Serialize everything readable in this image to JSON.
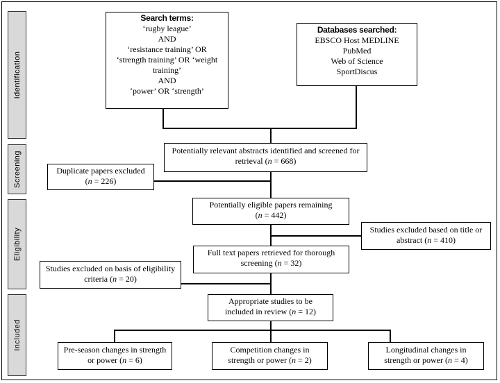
{
  "stages": {
    "identification": "Identification",
    "screening": "Screening",
    "eligibility": "Eligibility",
    "included": "Included"
  },
  "search_terms": {
    "heading": "Search terms:",
    "lines": [
      "‘rugby league’",
      "AND",
      "‘resistance training’ OR",
      "‘strength training’ OR ‘weight",
      "training’",
      "AND",
      "‘power’ OR ‘strength’"
    ]
  },
  "databases": {
    "heading": "Databases searched:",
    "lines": [
      "EBSCO Host MEDLINE",
      "PubMed",
      "Web of Science",
      "SportDiscus"
    ]
  },
  "screened": {
    "line1": "Potentially relevant abstracts identified and screened for",
    "line2": "retrieval (",
    "n": "n",
    "value": " = 668)"
  },
  "duplicates": {
    "line1": "Duplicate papers excluded",
    "pre": "(",
    "n": "n",
    "value": " = 226)"
  },
  "eligible": {
    "line1": "Potentially eligible papers remaining",
    "pre": "(",
    "n": "n",
    "value": " = 442)"
  },
  "excluded_title": {
    "line1": "Studies excluded based on title or",
    "line2": "abstract (",
    "n": "n",
    "value": " = 410)"
  },
  "full_text": {
    "line1": "Full text papers retrieved for thorough",
    "line2": "screening (",
    "n": "n",
    "value": " = 32)"
  },
  "excluded_elig": {
    "line1": "Studies excluded on basis of eligibility",
    "line2": "criteria (",
    "n": "n",
    "value": " = 20)"
  },
  "appropriate": {
    "line1": "Appropriate studies to be",
    "line2": "included in review (",
    "n": "n",
    "value": " = 12)"
  },
  "preseason": {
    "line1": "Pre-season changes in strength",
    "line2": "or power (",
    "n": "n",
    "value": " = 6)"
  },
  "competition": {
    "line1": "Competition changes in",
    "line2": "strength or power (",
    "n": "n",
    "value": " =  2)"
  },
  "longitudinal": {
    "line1": "Longitudinal changes in",
    "line2": "strength or power (",
    "n": "n",
    "value": " = 4)"
  }
}
